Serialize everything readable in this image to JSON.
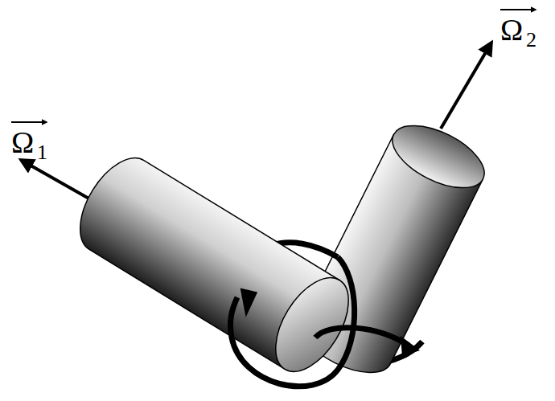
{
  "diagram": {
    "labels": [
      "Ω",
      "1",
      "Ω",
      "2"
    ]
  }
}
